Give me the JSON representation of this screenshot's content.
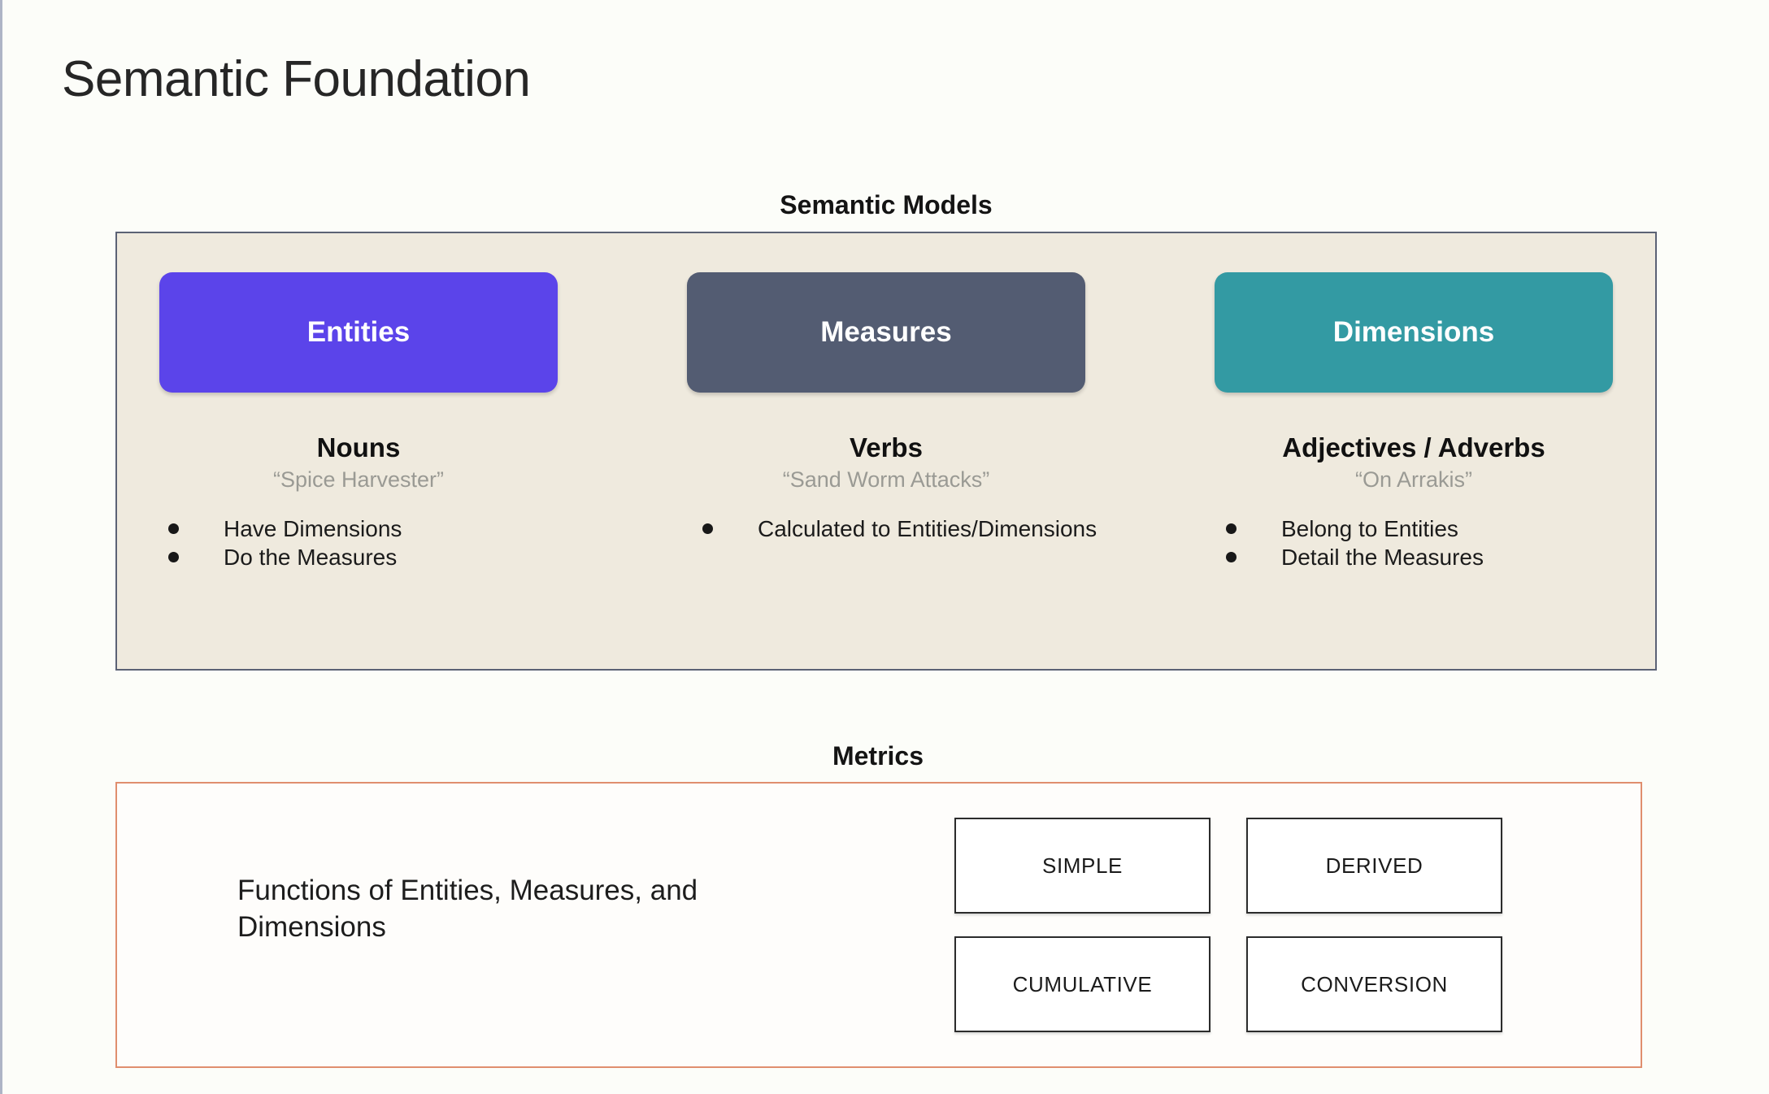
{
  "slide": {
    "title": "Semantic Foundation",
    "background_color": "#fcfdf9"
  },
  "semantic_models": {
    "heading": "Semantic Models",
    "panel_background": "#efeade",
    "panel_border_color": "#5b6275",
    "columns": [
      {
        "pill_label": "Entities",
        "pill_color": "#5b44ea",
        "role": "Nouns",
        "example": "“Spice Harvester”",
        "bullets": [
          "Have Dimensions",
          "Do the Measures"
        ]
      },
      {
        "pill_label": "Measures",
        "pill_color": "#535c72",
        "role": "Verbs",
        "example": "“Sand Worm Attacks”",
        "bullets": [
          "Calculated to Entities/Dimensions"
        ]
      },
      {
        "pill_label": "Dimensions",
        "pill_color": "#339aa3",
        "role": "Adjectives / Adverbs",
        "example": "“On Arrakis”",
        "bullets": [
          "Belong to Entities",
          "Detail the Measures"
        ]
      }
    ]
  },
  "metrics": {
    "heading": "Metrics",
    "panel_border_color": "#e08e6e",
    "description": "Functions of Entities, Measures, and Dimensions",
    "types": [
      "SIMPLE",
      "DERIVED",
      "CUMULATIVE",
      "CONVERSION"
    ]
  }
}
